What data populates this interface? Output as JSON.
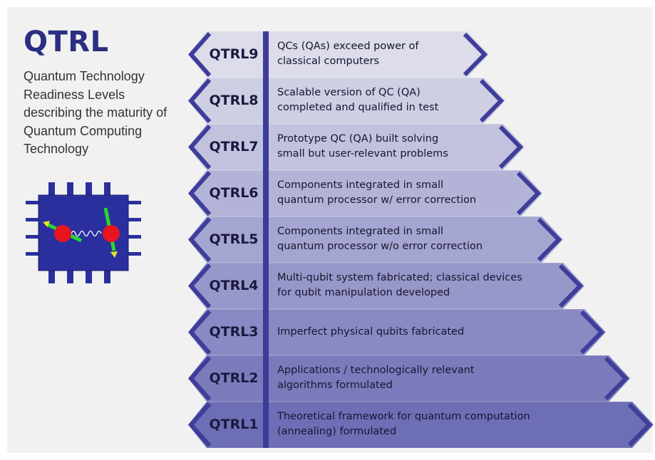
{
  "intro": {
    "title": "QTRL",
    "subtitle": "Quantum Technology Readiness Levels describing the maturity of Quantum Computing Technology"
  },
  "chip": {
    "icon": "quantum-chip-icon",
    "body_color": "#2b2f9e",
    "qubit_color": "#e8141e",
    "arrow_color": "#29d62f"
  },
  "levels": [
    {
      "label": "QTRL9",
      "line1": "QCs (QAs) exceed power of",
      "line2": "classical computers",
      "fill": "#dcdcea"
    },
    {
      "label": "QTRL8",
      "line1": "Scalable version of QC (QA)",
      "line2": "completed and qualified in test",
      "fill": "#cfcfe4"
    },
    {
      "label": "QTRL7",
      "line1": "Prototype QC (QA) built solving",
      "line2": "small but user-relevant problems",
      "fill": "#c2c2df"
    },
    {
      "label": "QTRL6",
      "line1": "Components integrated in small",
      "line2": "quantum processor w/ error correction",
      "fill": "#b3b3d8"
    },
    {
      "label": "QTRL5",
      "line1": "Components integrated in small",
      "line2": "quantum processor w/o error correction",
      "fill": "#a5a5d1"
    },
    {
      "label": "QTRL4",
      "line1": "Multi-qubit system fabricated; classical devices",
      "line2": "for qubit manipulation developed",
      "fill": "#9797ca"
    },
    {
      "label": "QTRL3",
      "line1": "Imperfect physical qubits fabricated",
      "line2": "",
      "fill": "#8989c3"
    },
    {
      "label": "QTRL2",
      "line1": "Applications / technologically relevant",
      "line2": "algorithms formulated",
      "fill": "#7b7bbc"
    },
    {
      "label": "QTRL1",
      "line1": "Theoretical framework for quantum computation",
      "line2": "(annealing) formulated",
      "fill": "#6e6eb6"
    }
  ],
  "colors": {
    "chevron": "#3e3e9a",
    "divider": "#3c3c98",
    "title": "#2b2e82"
  }
}
